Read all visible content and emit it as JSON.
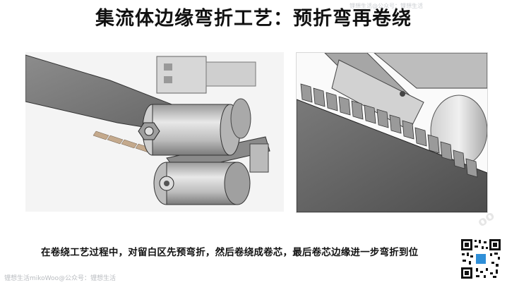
{
  "title": "集流体边缘弯折工艺：预折弯再卷绕",
  "caption": "在卷绕工艺过程中，对留白区先预弯折，然后卷绕成卷芯，最后卷芯边缘进一步弯折到位",
  "watermark_top": "锂想生活@公众号：锂想生活",
  "watermark_bottom": "锂想生活mikoWoo@公众号：锂想生活",
  "icons": {
    "left_figure": "roller-assembly-illustration",
    "right_figure": "edge-folding-detail-illustration",
    "qr": "qr-code-icon"
  }
}
